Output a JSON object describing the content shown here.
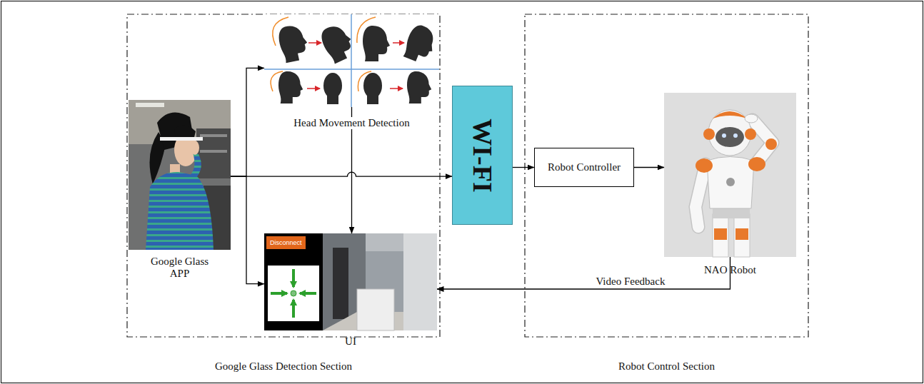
{
  "diagram": {
    "nodes": [
      {
        "text": [
          "Google Glass Detection Section"
        ]
      },
      {
        "text": [
          "Google Glass APP"
        ],
        "in": 0
      },
      {
        "text": [
          "Head Movement Detection"
        ],
        "in": 0
      },
      {
        "text": [
          "UI"
        ],
        "in": 0
      },
      {
        "text": [
          "WI-FI"
        ]
      },
      {
        "text": [
          "Robot Control Section"
        ]
      },
      {
        "text": [
          "Robot Controller"
        ],
        "in": 5
      },
      {
        "text": [
          "NAO Robot"
        ],
        "in": 5
      }
    ],
    "edges": [
      {
        "from": 1,
        "to": 2,
        "arrow": "to"
      },
      {
        "from": 1,
        "to": 3,
        "arrow": "to"
      },
      {
        "from": 1,
        "to": 4,
        "arrow": "to"
      },
      {
        "from": 2,
        "to": 3,
        "arrow": "to"
      },
      {
        "from": 4,
        "to": 6,
        "arrow": "to"
      },
      {
        "from": 6,
        "to": 7,
        "arrow": "to"
      },
      {
        "from": 7,
        "to": 3,
        "arrow": "to",
        "label": "Video Feedback"
      }
    ],
    "labels": [
      "Disconnect"
    ]
  }
}
